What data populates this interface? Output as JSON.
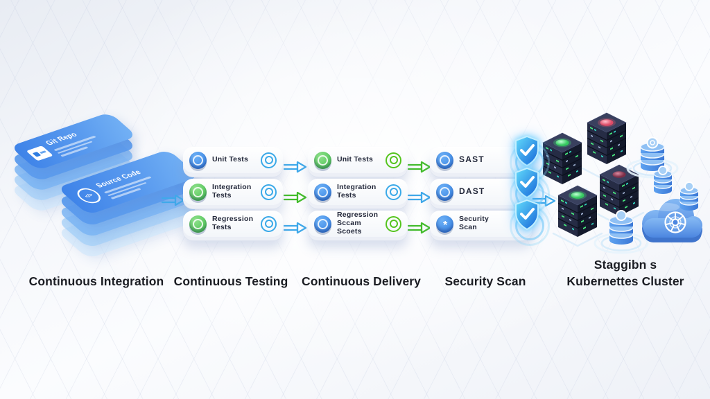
{
  "palette": {
    "blue": "#2f7de1",
    "green": "#3fbf49",
    "outline-blue": "#3aa9e8",
    "outline-green": "#55c41e",
    "arrow-blue": "#3fa9ea",
    "arrow-green": "#43bd2a",
    "shield-light": "#55d4fa",
    "shield-dark": "#1565d8",
    "card-blue": "#4a8fe9",
    "server-dark": "#232941",
    "led-green": "#4ee37a",
    "led-red": "#e0556e"
  },
  "icons": {
    "bug_glyph": "*"
  },
  "stages": {
    "ci": {
      "label": "Continuous Integration",
      "cards": [
        {
          "title": "Git Repo"
        },
        {
          "title": "Source Code"
        }
      ]
    },
    "testing": {
      "label": "Continuous Testing",
      "pills": [
        {
          "label": "Unit Tests",
          "left_icon": "blue",
          "status_icon": "blue"
        },
        {
          "label": "Integration\nTests",
          "left_icon": "green",
          "status_icon": "blue"
        },
        {
          "label": "Regression\nTests",
          "left_icon": "green",
          "status_icon": "blue"
        }
      ]
    },
    "delivery": {
      "label": "Continuous Delivery",
      "pills": [
        {
          "label": "Unit Tests",
          "left_icon": "green",
          "status_icon": "green"
        },
        {
          "label": "Integration\nTests",
          "left_icon": "blue",
          "status_icon": "blue"
        },
        {
          "label": "Regression\nSccam Scoets",
          "left_icon": "blue",
          "status_icon": "green"
        }
      ]
    },
    "security": {
      "label": "Security Scan",
      "pills": [
        {
          "label": "SAST",
          "left_icon": "blue",
          "badge": "shield-check"
        },
        {
          "label": "DAST",
          "left_icon": "blue",
          "badge": "shield-check"
        },
        {
          "label": "Security\nScan",
          "left_icon": "blue",
          "badge": "shield-check"
        }
      ]
    },
    "cluster": {
      "label_line1": "Staggibn s",
      "label_line2": "Kubernettes Cluster",
      "servers": 4,
      "databases": 4,
      "cloud": "kubernetes"
    }
  },
  "arrows": {
    "ci_to_testing": [
      "blue"
    ],
    "testing_to_delivery": [
      "blue",
      "green",
      "blue"
    ],
    "delivery_to_security": [
      "green",
      "blue",
      "green"
    ],
    "security_to_cluster": [
      "blue"
    ]
  }
}
